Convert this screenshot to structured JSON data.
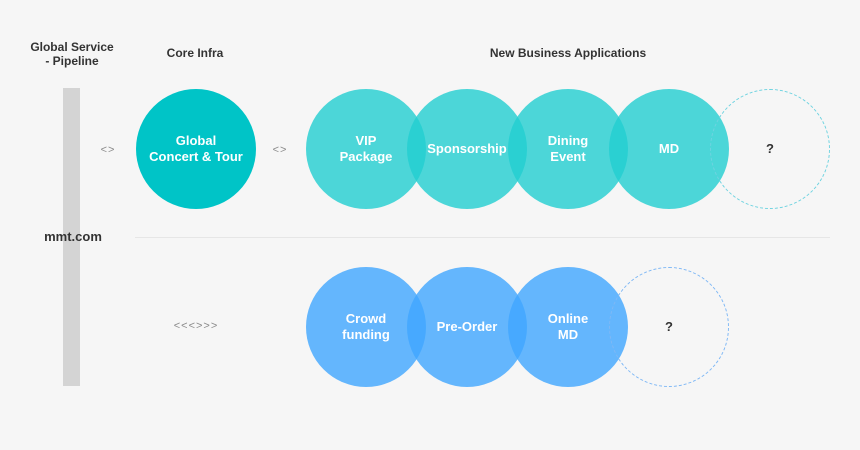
{
  "headers": {
    "global_service": "Global Service\n- Pipeline",
    "core_infra": "Core Infra",
    "new_business": "New Business Applications"
  },
  "pipeline": {
    "label": "mmt.com"
  },
  "connectors": {
    "left_top": "<>",
    "mid_top": "<>",
    "left_bottom": "<<<>>>"
  },
  "core": {
    "label": "Global\nConcert & Tour"
  },
  "top_row": [
    {
      "label": "VIP\nPackage"
    },
    {
      "label": "Sponsorship"
    },
    {
      "label": "Dining\nEvent"
    },
    {
      "label": "MD"
    },
    {
      "label": "?"
    }
  ],
  "bottom_row": [
    {
      "label": "Crowd\nfunding"
    },
    {
      "label": "Pre-Order"
    },
    {
      "label": "Online\nMD"
    },
    {
      "label": "?"
    }
  ],
  "colors": {
    "core": "#00c4c7",
    "top_row": "#22ced1",
    "bottom_row": "#40a6ff",
    "pipeline_bar": "#d4d4d4"
  }
}
